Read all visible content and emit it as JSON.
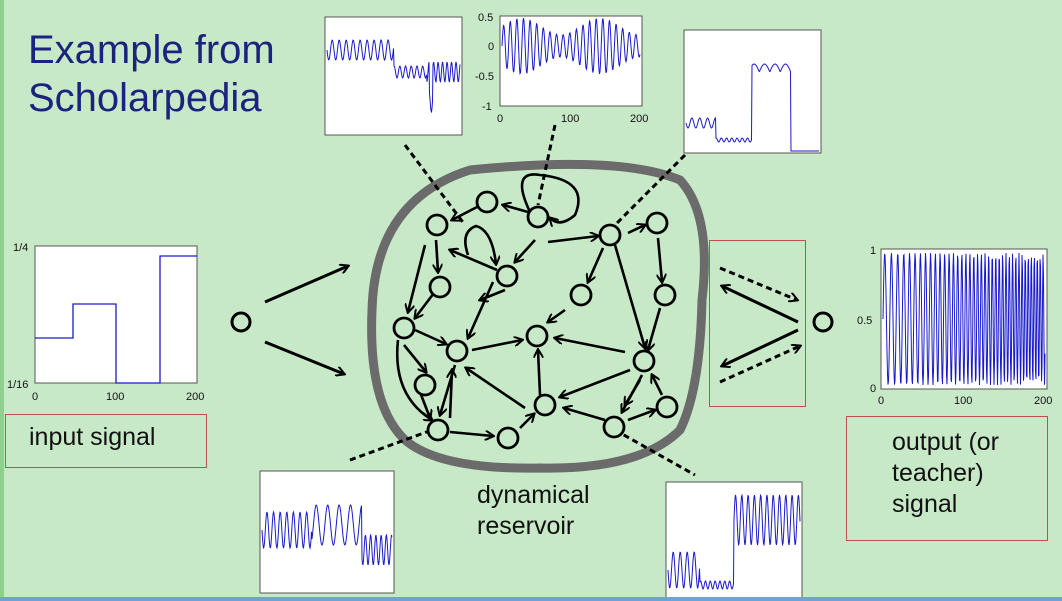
{
  "title_line1": "Example from",
  "title_line2": "Scholarpedia",
  "input_label": "input signal",
  "reservoir_line1": "dynamical",
  "reservoir_line2": "reservoir",
  "output_line1": "output (or",
  "output_line2": "teacher)",
  "output_line3": "signal",
  "plots": {
    "input": {
      "y_top": "1/4",
      "y_bottom": "1/16",
      "x_ticks": [
        "0",
        "100",
        "200"
      ]
    },
    "top_center": {
      "y_ticks": [
        "0.5",
        "0",
        "-0.5",
        "-1"
      ],
      "x_ticks": [
        "0",
        "100",
        "200"
      ]
    },
    "output": {
      "y_ticks": [
        "1",
        "0.5",
        "0"
      ],
      "x_ticks": [
        "0",
        "100",
        "200"
      ]
    }
  },
  "colors": {
    "title": "#1a237e",
    "background": "#c8e9c8",
    "signal": "#1a1acc",
    "reservoir": "#666666",
    "box": "#c0504d"
  }
}
